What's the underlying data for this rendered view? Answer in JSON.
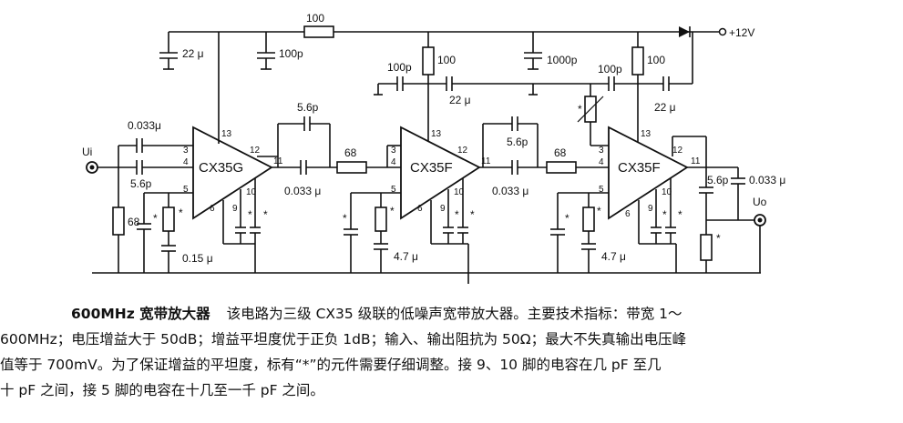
{
  "labels": {
    "supply": "+12V",
    "input": "Ui",
    "output": "Uo",
    "star": "*"
  },
  "chips": [
    "CX35G",
    "CX35F",
    "CX35F"
  ],
  "pins": [
    "3",
    "4",
    "5",
    "6",
    "9",
    "10",
    "11",
    "12",
    "13"
  ],
  "components": {
    "c_top_22u": "22 μ",
    "c_top_100p": "100p",
    "r_top_100": "100",
    "c_in1": "0.033μ",
    "c_in2": "5.6p",
    "r_in_68": "68",
    "c_015": "0.15 μ",
    "c_fb1": "5.6p",
    "c_cpl1": "0.033  μ",
    "r_cpl1": "68",
    "c_s2_100p": "100p",
    "r_s2_100": "100",
    "c_s2_22u": "22 μ",
    "c_1000p": "1000p",
    "c_fb2": "5.6p",
    "c_cpl2": "0.033  μ",
    "r_cpl2": "68",
    "c_47_1": "4.7 μ",
    "c_s3_100p": "100p",
    "r_s3_100": "100",
    "c_s3_22u": "22 μ",
    "c_out_56p": "5.6p",
    "c_out_033": "0.033 μ",
    "c_47_2": "4.7 μ"
  },
  "caption": {
    "title": "600MHz 宽带放大器",
    "line1": "该电路为三级 CX35 级联的低噪声宽带放大器。主要技术指标：带宽 1～",
    "line2": "600MHz；电压增益大于 50dB；增益平坦度优于正负 1dB；输入、输出阻抗为 50Ω；最大不失真输出电压峰",
    "line3": "值等于 700mV。为了保证增益的平坦度，标有“*”的元件需要仔细调整。接 9、10 脚的电容在几 pF 至几",
    "line4": "十 pF 之间，接 5 脚的电容在十几至一千 pF 之间。"
  }
}
